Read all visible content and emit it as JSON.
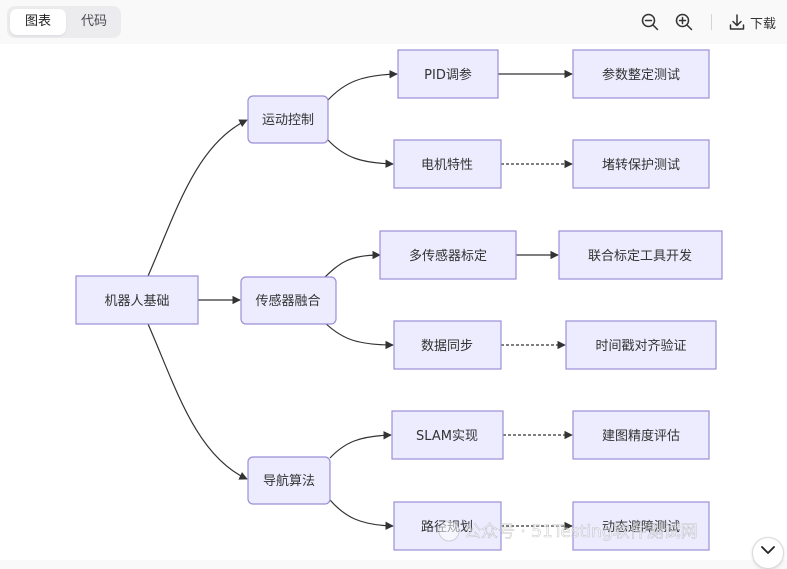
{
  "tabs": [
    {
      "label": "图表",
      "active": true
    },
    {
      "label": "代码",
      "active": false
    }
  ],
  "toolbar": {
    "zoom_out_icon": "zoom-out-icon",
    "zoom_in_icon": "zoom-in-icon",
    "download_icon": "download-icon",
    "download_label": "下载"
  },
  "diagram": {
    "type": "flowchart LR",
    "colors": {
      "node_fill": "#ececfe",
      "node_border": "#9b8fd8",
      "edge": "#333333"
    },
    "nodes": {
      "root": "机器人基础",
      "motion": "运动控制",
      "sensor": "传感器融合",
      "nav": "导航算法",
      "pid": "PID调参",
      "motor": "电机特性",
      "multi": "多传感器标定",
      "sync": "数据同步",
      "slam": "SLAM实现",
      "path": "路径规划",
      "param": "参数整定测试",
      "stall": "堵转保护测试",
      "calib": "联合标定工具开发",
      "ts": "时间戳对齐验证",
      "mapping": "建图精度评估",
      "avoid": "动态避障测试"
    },
    "edges": [
      [
        "root",
        "motion",
        "solid"
      ],
      [
        "root",
        "sensor",
        "solid"
      ],
      [
        "root",
        "nav",
        "solid"
      ],
      [
        "motion",
        "pid",
        "solid"
      ],
      [
        "motion",
        "motor",
        "solid"
      ],
      [
        "sensor",
        "multi",
        "solid"
      ],
      [
        "sensor",
        "sync",
        "solid"
      ],
      [
        "nav",
        "slam",
        "solid"
      ],
      [
        "nav",
        "path",
        "solid"
      ],
      [
        "pid",
        "param",
        "solid"
      ],
      [
        "motor",
        "stall",
        "dotted"
      ],
      [
        "multi",
        "calib",
        "solid"
      ],
      [
        "sync",
        "ts",
        "dotted"
      ],
      [
        "slam",
        "mapping",
        "dotted"
      ],
      [
        "path",
        "avoid",
        "dotted"
      ]
    ]
  },
  "watermark": "公众号 · 51Testing软件测试网",
  "expand_icon": "chevron-down-icon"
}
